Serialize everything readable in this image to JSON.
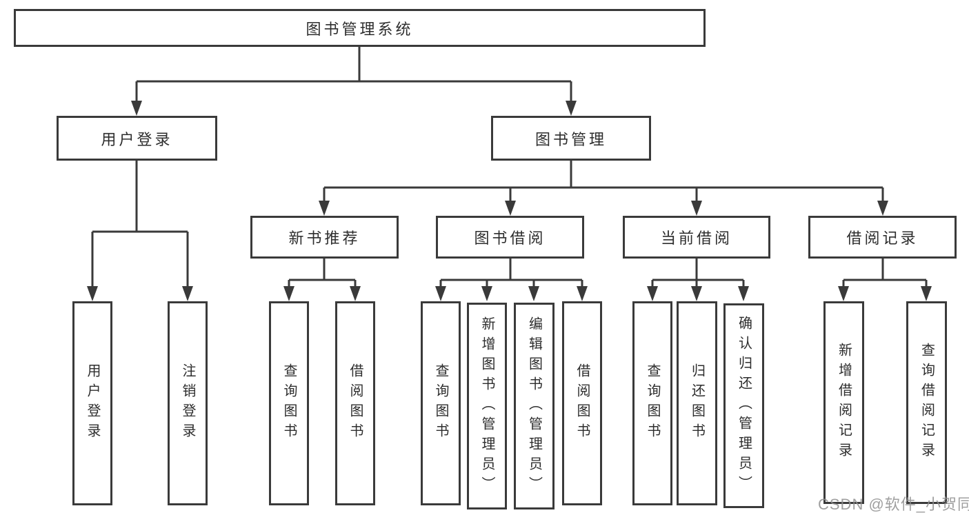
{
  "diagram": {
    "root": "图书管理系统",
    "branches": {
      "user_login": "用户登录",
      "book_mgmt": "图书管理"
    },
    "modules": {
      "new_book_rec": "新书推荐",
      "book_borrow": "图书借阅",
      "current_borrow": "当前借阅",
      "borrow_records": "借阅记录"
    },
    "leaves": {
      "user_login": "用户登录",
      "logout": "注销登录",
      "query_books_1": "查询图书",
      "borrow_books_1": "借阅图书",
      "query_books_2": "查询图书",
      "add_books_admin": "新增图书（管理员）",
      "edit_books_admin": "编辑图书（管理员）",
      "borrow_books_2": "借阅图书",
      "query_books_3": "查询图书",
      "return_books": "归还图书",
      "confirm_return_admin": "确认归还（管理员）",
      "add_borrow_record": "新增借阅记录",
      "query_borrow_record": "查询借阅记录"
    }
  },
  "watermark": "CSDN @软件_小贺同学",
  "colors": {
    "line": "#3a3a3a",
    "box_border": "#3a3a3a",
    "box_bg": "#ffffff",
    "text": "#2d2d2d",
    "watermark": "#8f8f8f"
  }
}
